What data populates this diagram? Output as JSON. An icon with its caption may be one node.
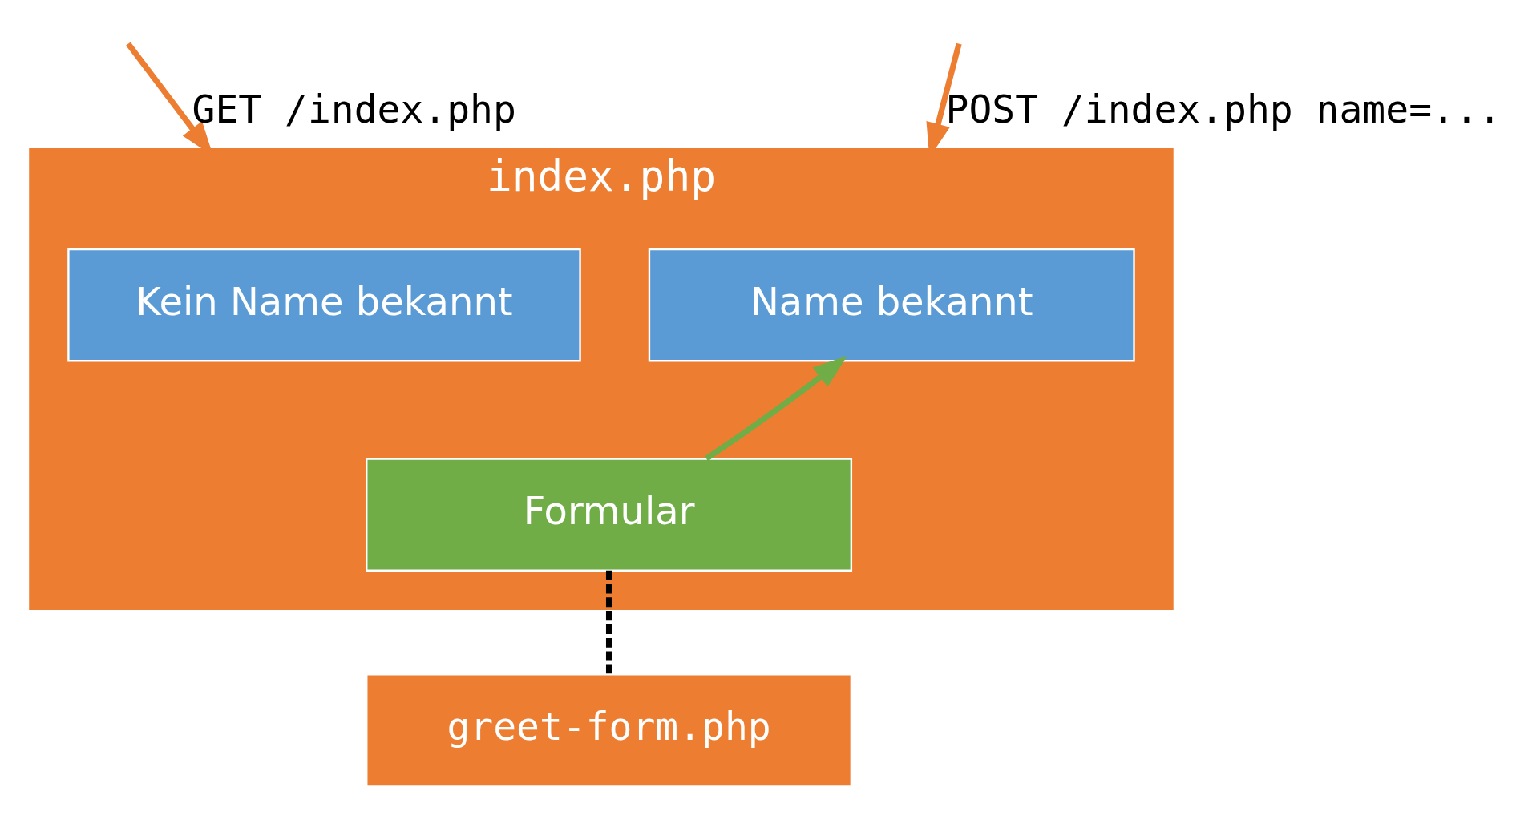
{
  "diagram": {
    "nodes": [
      {
        "text": [
          "index.php"
        ]
      },
      {
        "text": [
          "Kein Name bekannt"
        ],
        "in": 0
      },
      {
        "text": [
          "Name bekannt"
        ],
        "in": 0
      },
      {
        "text": [
          "Formular"
        ],
        "in": 0
      },
      {
        "text": [
          "greet-form.php"
        ]
      }
    ],
    "edges": [
      {
        "from": null,
        "to": 0,
        "arrow": "to",
        "label": "GET /index.php",
        "color": "#ed7d31"
      },
      {
        "from": null,
        "to": 0,
        "arrow": "to",
        "label": "POST /index.php name=...",
        "color": "#ed7d31"
      },
      {
        "from": 3,
        "to": 2,
        "arrow": "to",
        "color": "#70ad47"
      },
      {
        "from": 3,
        "to": 4,
        "arrow": "none",
        "style": "dashed",
        "color": "#000000"
      }
    ]
  }
}
